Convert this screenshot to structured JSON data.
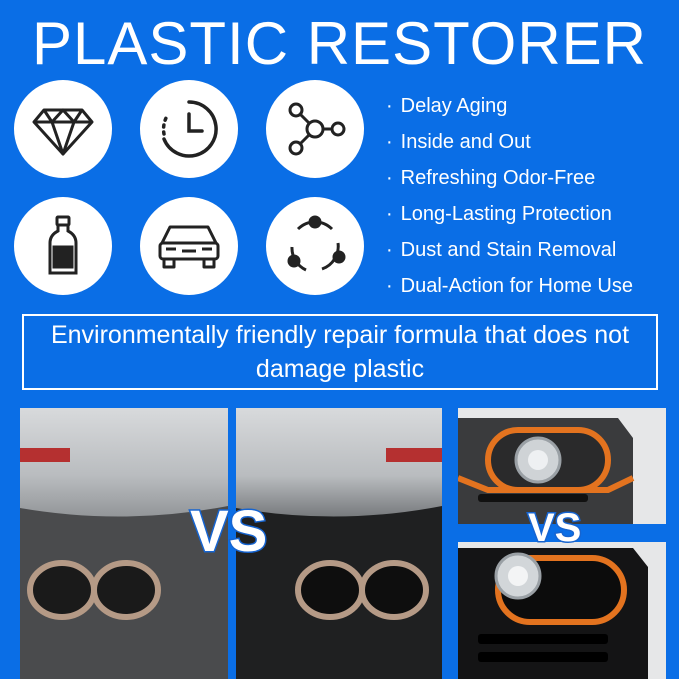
{
  "title": "PLASTIC RESTORER",
  "icons": [
    "diamond-icon",
    "clock-icon",
    "network-icon",
    "bottle-icon",
    "car-icon",
    "cycle-icon"
  ],
  "features": [
    "Delay Aging",
    "Inside and Out",
    "Refreshing Odor-Free",
    "Long-Lasting Protection",
    "Dust and Stain Removal",
    "Dual-Action for Home Use"
  ],
  "bullet": "·",
  "banner": "Environmentally friendly repair formula that does not damage plastic",
  "vs_left": "VS",
  "vs_right": "VS",
  "colors": {
    "background": "#0a6ee6",
    "text": "#ffffff",
    "accent_orange": "#e3731f"
  }
}
